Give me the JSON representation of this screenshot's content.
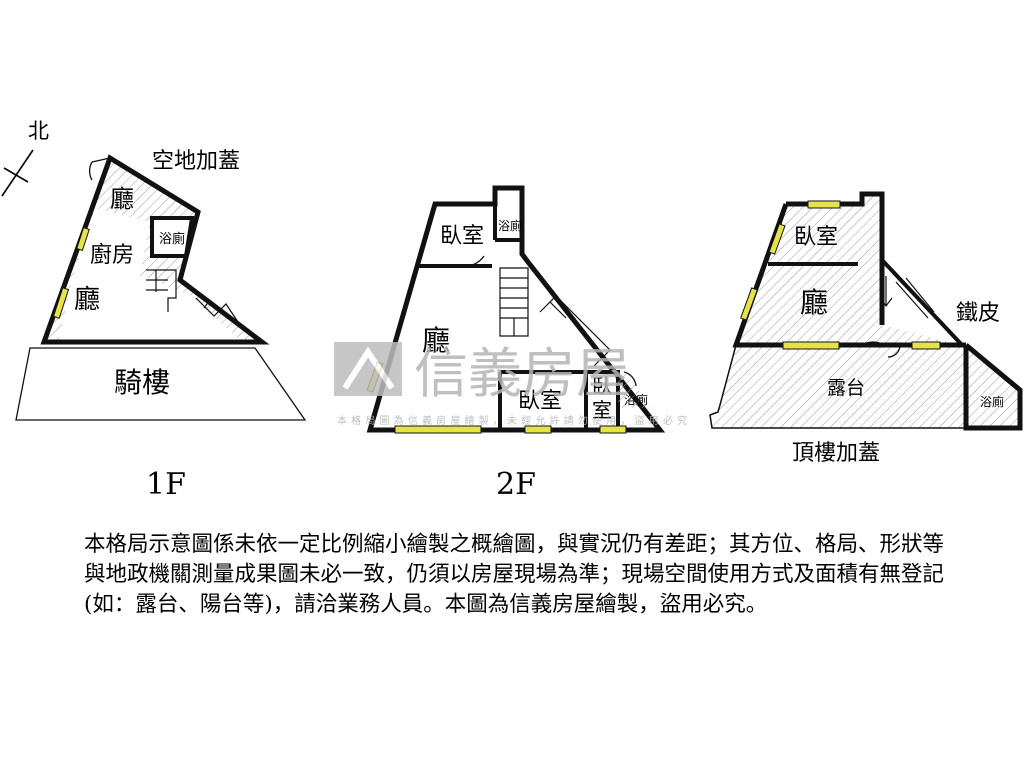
{
  "compass": {
    "label": "北"
  },
  "floor_1": {
    "caption": "1F",
    "note": "空地加蓋",
    "rooms": {
      "living_top": "廳",
      "kitchen": "廚房",
      "bathroom": "浴廁",
      "living_main": "廳",
      "arcade": "騎樓"
    }
  },
  "floor_2": {
    "caption": "2F",
    "rooms": {
      "bedroom_top": "臥室",
      "bathroom_top": "浴廁",
      "living": "廳",
      "bedroom_bottom": "臥室",
      "bedroom_small": "臥\n室",
      "bathroom_bottom": "浴廁"
    }
  },
  "floor_roof": {
    "caption": "頂樓加蓋",
    "rooms": {
      "bedroom": "臥室",
      "living": "廳",
      "terrace": "露台",
      "bathroom": "浴廁",
      "iron_sheet": "鐵皮"
    }
  },
  "watermark": {
    "brand": "信義房屋",
    "notice": "本格局圖為信義房屋繪製，未經允許請勿使用，盜用必究"
  },
  "disclaimer": "本格局示意圖係未依一定比例縮小繪製之概繪圖，與實況仍有差距；其方位、格局、形狀等與地政機關測量成果圖未必一致，仍須以房屋現場為準；現場空間使用方式及面積有無登記(如：露台、陽台等)，請洽業務人員。本圖為信義房屋繪製，盜用必究。",
  "colors": {
    "wall": "#111111",
    "window": "#e6e24a",
    "hatch": "#9a9a9a",
    "watermark": "#b5b5b5"
  }
}
